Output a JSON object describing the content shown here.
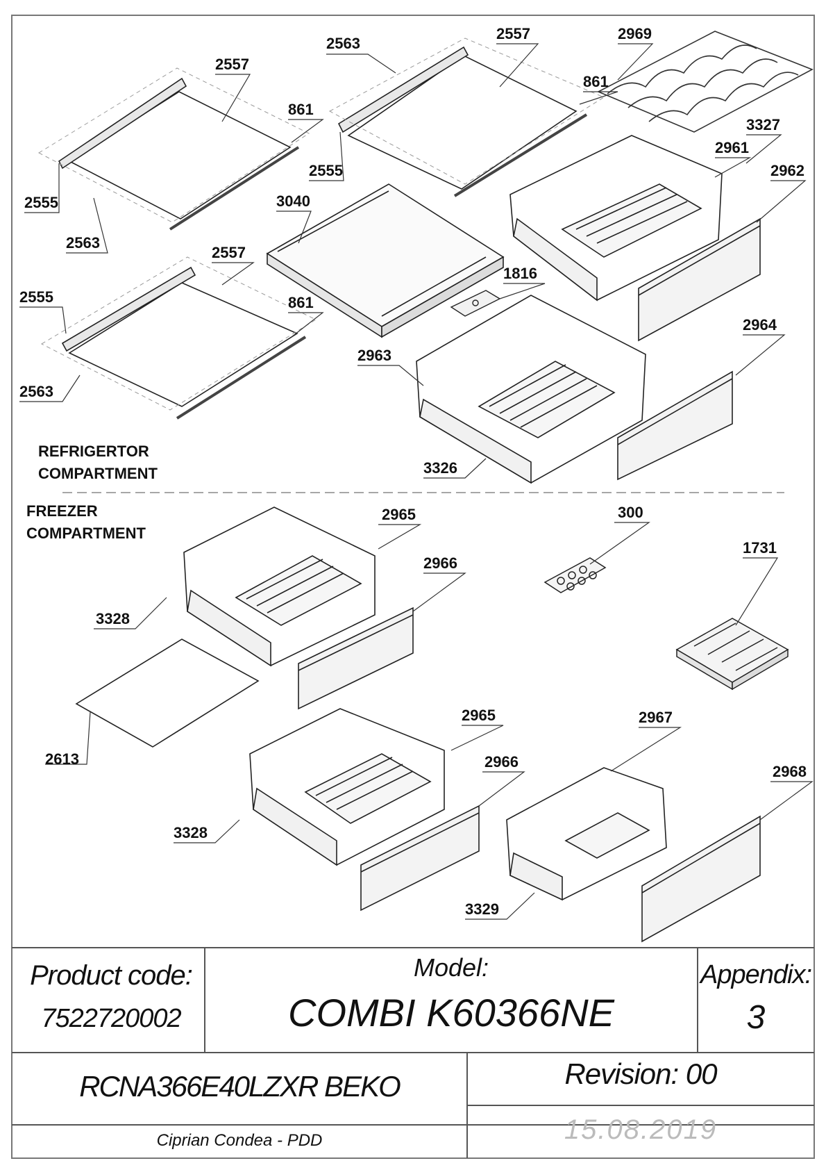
{
  "sections": {
    "refrigerator_line1": "REFRIGERTOR",
    "refrigerator_line2": "COMPARTMENT",
    "freezer_line1": "FREEZER",
    "freezer_line2": "COMPARTMENT"
  },
  "callouts": {
    "c2563_top": "2563",
    "c2557_top": "2557",
    "c2969": "2969",
    "c2557_left": "2557",
    "c861_mid": "861",
    "c861_top": "861",
    "c3327": "3327",
    "c2961": "2961",
    "c2962": "2962",
    "c2555_left": "2555",
    "c2555_mid": "2555",
    "c3040": "3040",
    "c2563_left": "2563",
    "c2557_lower": "2557",
    "c1816": "1816",
    "c2555_lower": "2555",
    "c861_lower": "861",
    "c2964": "2964",
    "c2963": "2963",
    "c2563_lower": "2563",
    "c3326": "3326",
    "c300": "300",
    "c2965_upper": "2965",
    "c1731": "1731",
    "c2966_upper": "2966",
    "c3328_upper": "3328",
    "c2965_lower": "2965",
    "c2967": "2967",
    "c2613": "2613",
    "c2966_lower": "2966",
    "c2968": "2968",
    "c3328_lower": "3328",
    "c3329": "3329"
  },
  "title_block": {
    "product_code_label": "Product code:",
    "product_code_value": "7522720002",
    "model_label": "Model:",
    "model_value": "COMBI K60366NE",
    "appendix_label": "Appendix:",
    "appendix_value": "3",
    "product_name": "RCNA366E40LZXR BEKO",
    "revision": "Revision: 00",
    "author": "Ciprian Condea - PDD",
    "date": "15.08.2019"
  }
}
